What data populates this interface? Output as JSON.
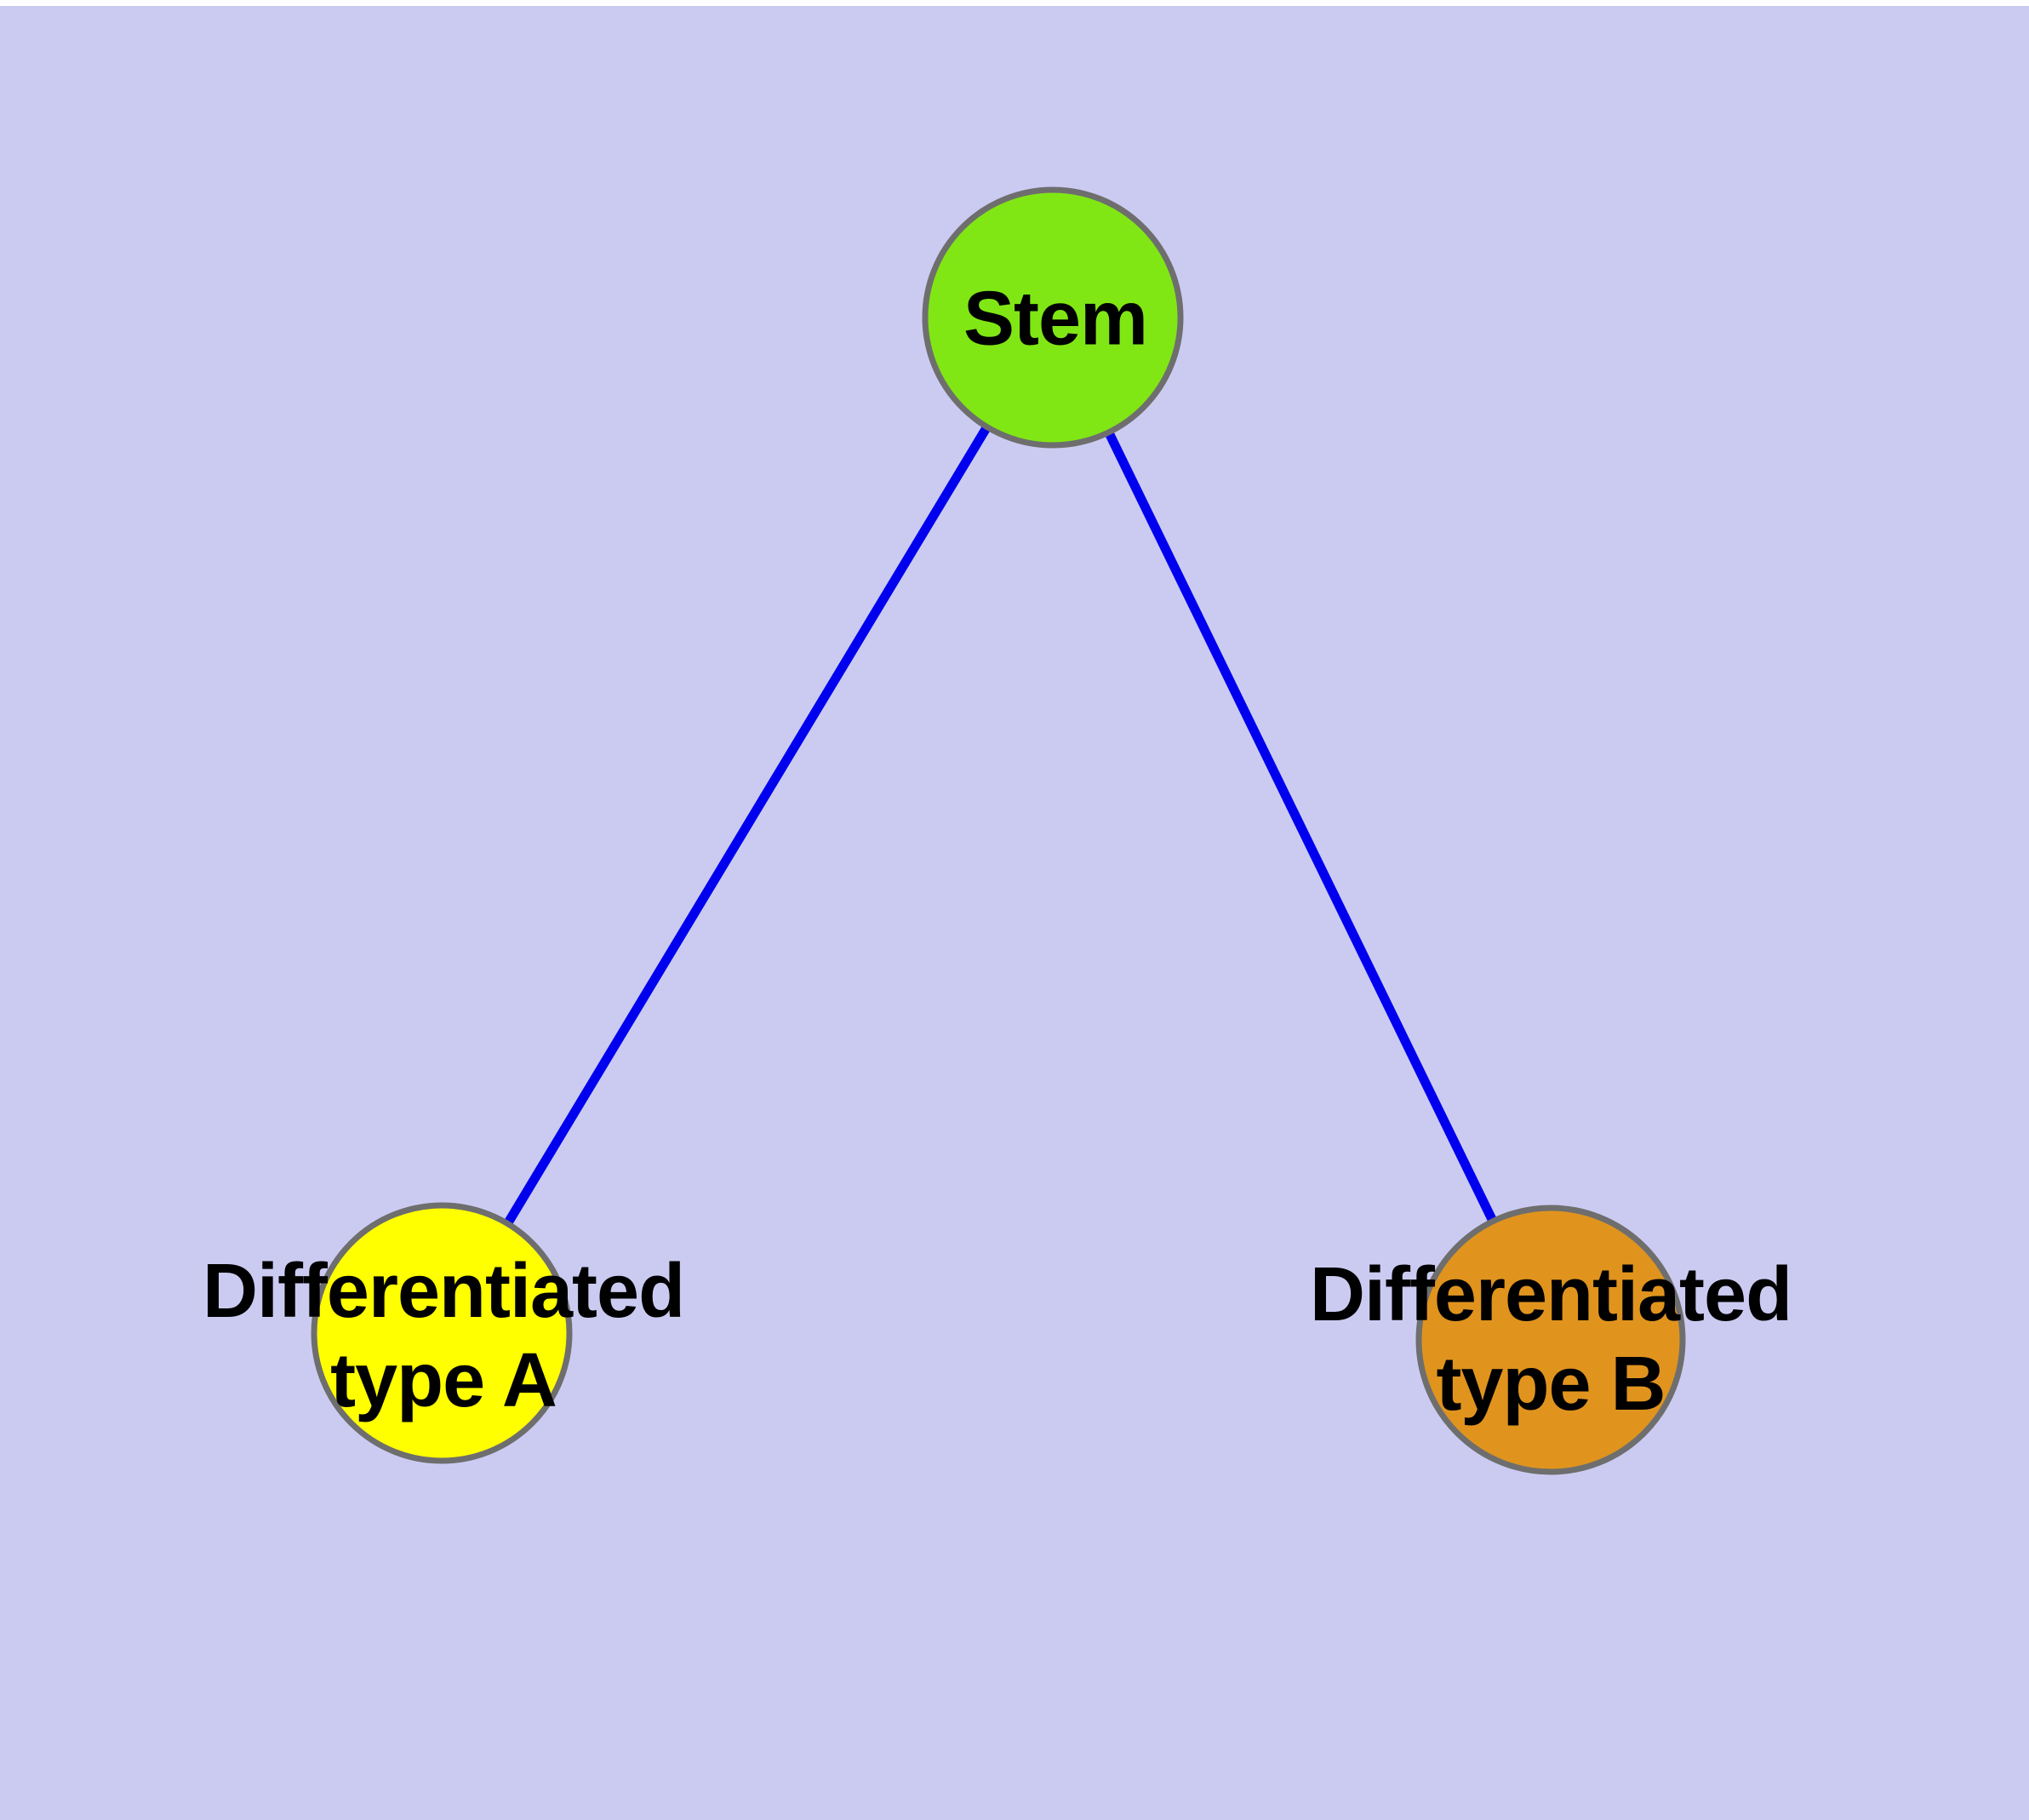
{
  "diagram": {
    "canvas": {
      "background_color": "#CBCBF2",
      "top_strip_color": "#FFFFFF",
      "text_color": "#000000"
    },
    "nodes": {
      "stem": {
        "label": "Stem",
        "fill_color": "#80E714",
        "border_color": "#6E6E6E"
      },
      "type_a": {
        "label_line1": "Differentiated",
        "label_line2": "type A",
        "fill_color": "#FFFF00",
        "border_color": "#6E6E6E"
      },
      "type_b": {
        "label_line1": "Differentiated",
        "label_line2": "type B",
        "fill_color": "#E0941E",
        "border_color": "#6E6E6E"
      }
    },
    "edges": {
      "stroke_color": "#0000EE",
      "items": [
        {
          "from": "Stem",
          "to": "Differentiated type A"
        },
        {
          "from": "Stem",
          "to": "Differentiated type B"
        }
      ]
    }
  }
}
